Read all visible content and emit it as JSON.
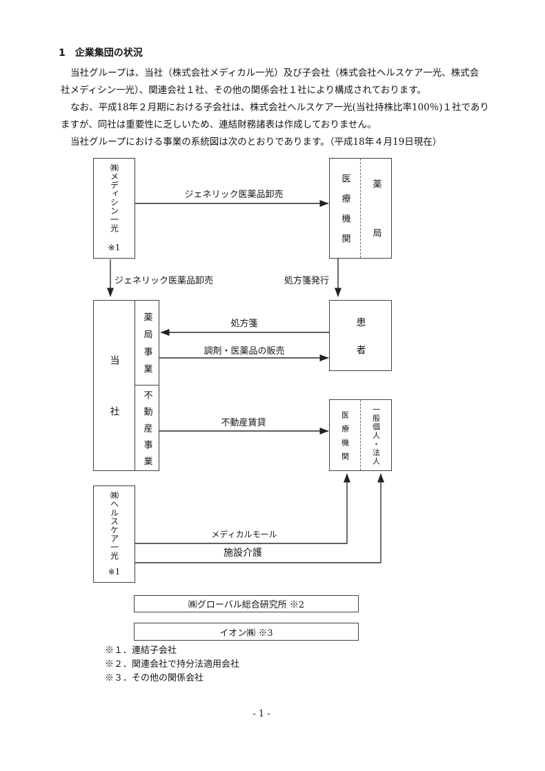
{
  "page": {
    "heading": "1　企業集団の状況",
    "body_lines": [
      "当社グループは、当社（株式会社メディカル一光）及び子会社（株式会社ヘルスケア一光、株式会",
      "社メディシン一光）、関連会社１社、その他の関係会社１社により構成されております。",
      "なお、平成18年２月期における子会社は、株式会社ヘルスケア一光(当社持株比率100％)１社であり",
      "ますが、同社は重要性に乏しいため、連結財務諸表は作成しておりません。",
      "当社グループにおける事業の系統図は次のとおりであります。（平成18年４月19日現在）"
    ],
    "footnotes": [
      "※１．連結子会社",
      "※２．関連会社で持分法適用会社",
      "※３．その他の関係会社"
    ],
    "page_number": "- 1 -"
  },
  "diagram": {
    "boxes": {
      "medicine": {
        "name": "㈱メディシン一光",
        "note": "※1"
      },
      "medical_pharmacy": {
        "left": "医療機関",
        "right": "薬局"
      },
      "company": {
        "main": "当社",
        "pharmacy_div": "薬局事業",
        "realestate_div": "不動産事業"
      },
      "patient": {
        "name": "患者"
      },
      "medical_general": {
        "left": "医療機関",
        "right": "一般個人・法人"
      },
      "healthcare": {
        "name": "㈱ヘルスケア一光",
        "note": "※1"
      },
      "global_institute": {
        "name": "㈱グローバル総合研究所 ※2"
      },
      "aeon": {
        "name": "イオン㈱ ※3"
      }
    },
    "flows": {
      "generic_wholesale_top": "ジェネリック医薬品卸売",
      "generic_wholesale_down": "ジェネリック医薬品卸売",
      "prescription_issue": "処方箋発行",
      "prescription": "処方箋",
      "dispense_sales": "調剤・医薬品の販売",
      "real_estate_lease": "不動産賃貸",
      "medical_mall": "メディカルモール",
      "facility_care": "施設介護"
    }
  }
}
